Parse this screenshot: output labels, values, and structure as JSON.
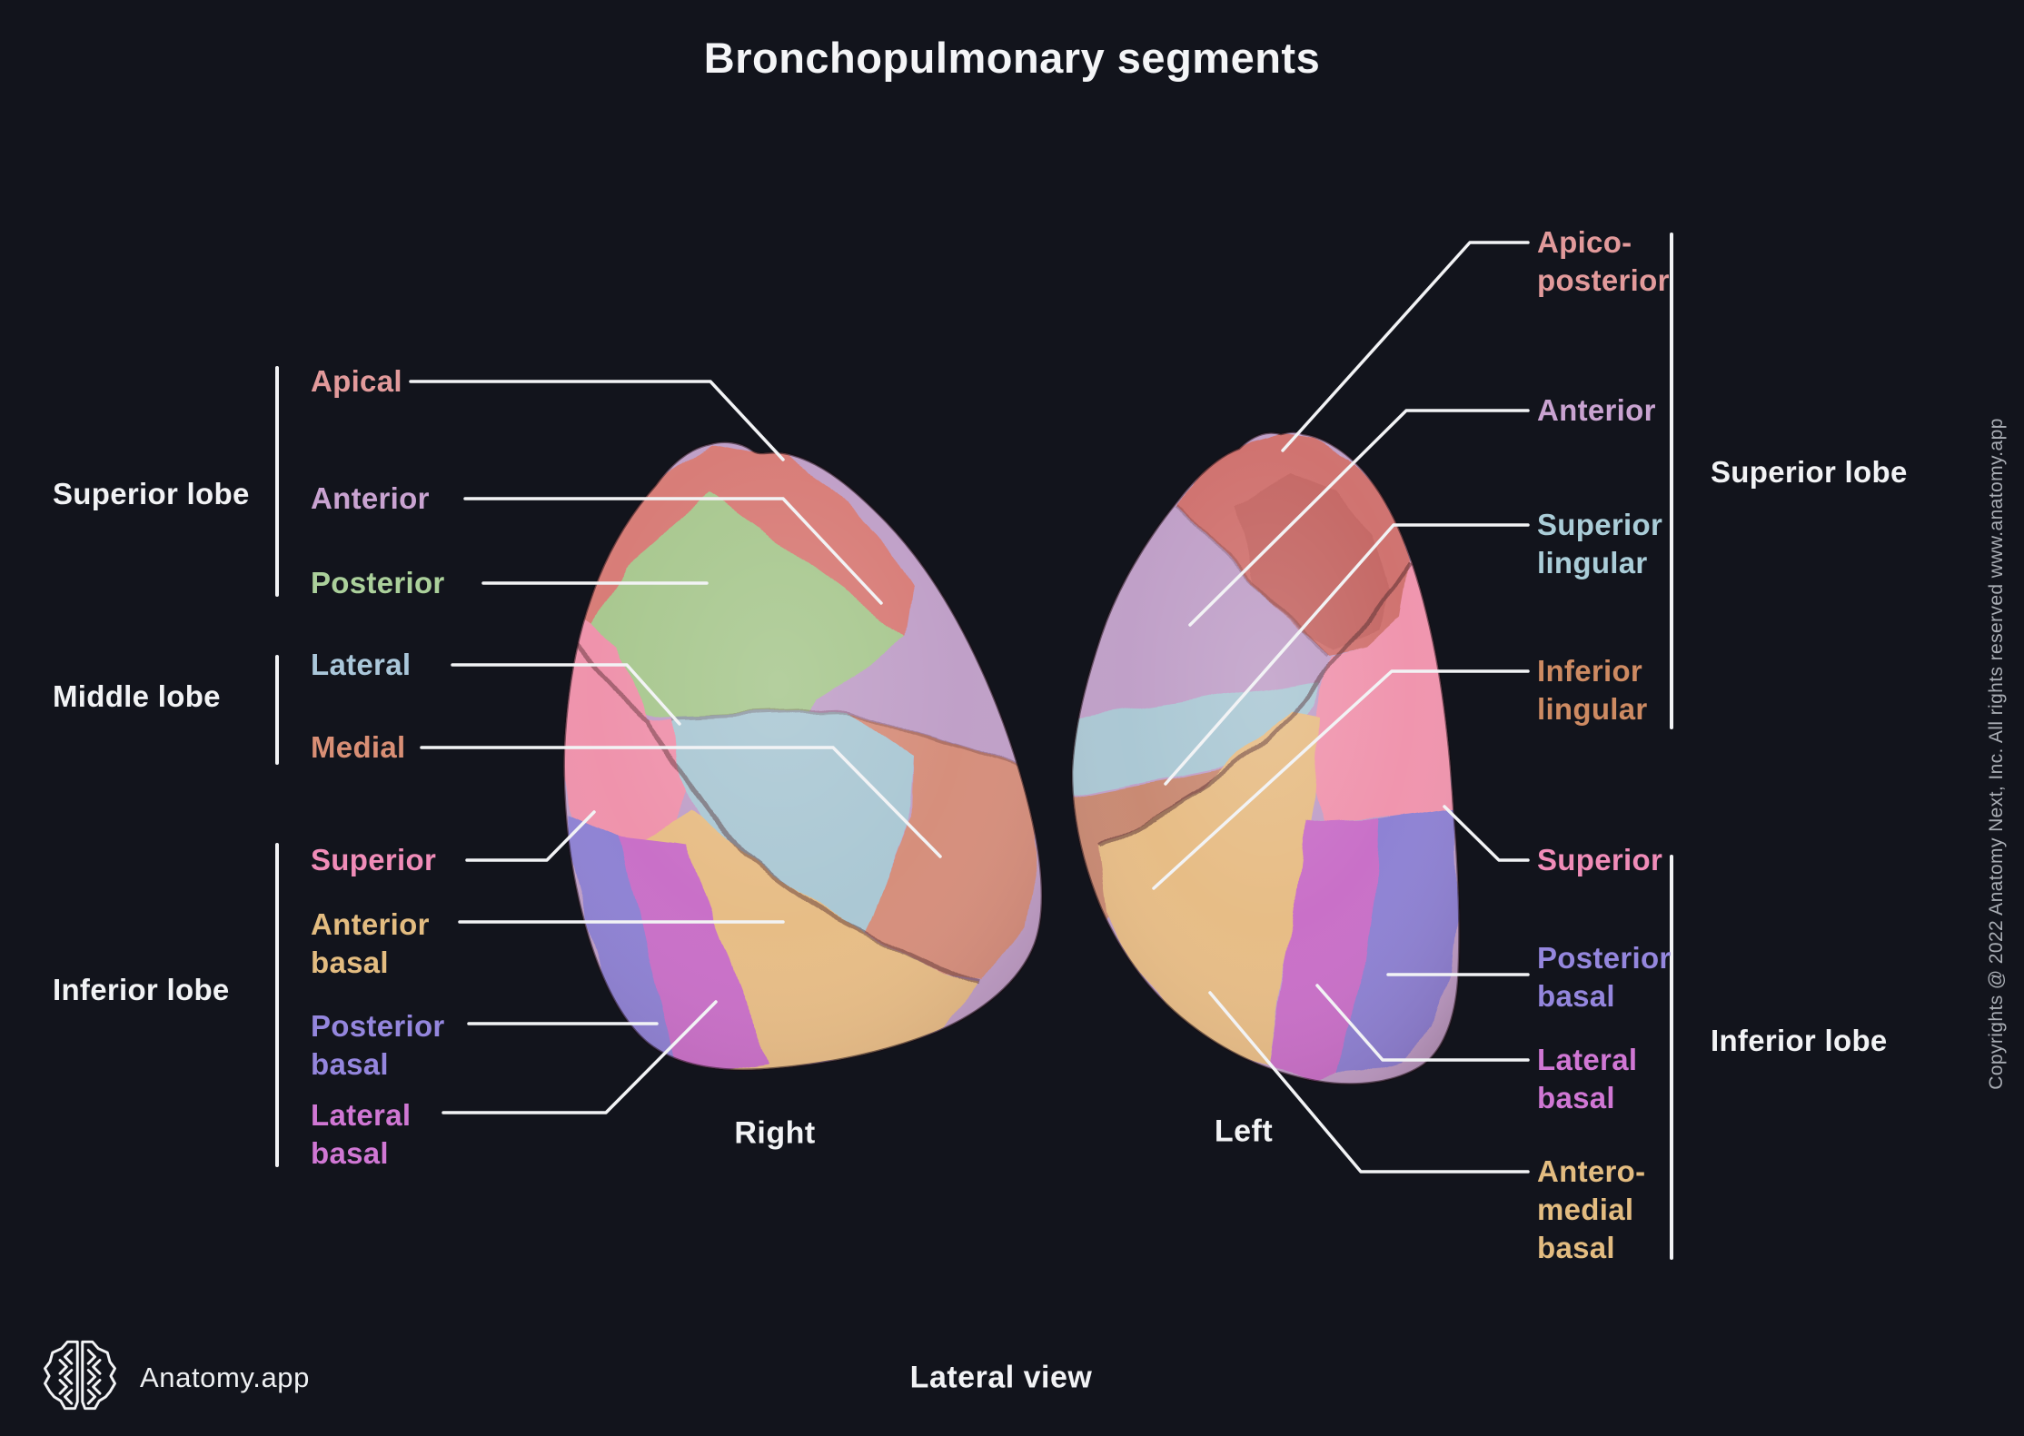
{
  "title": "Bronchopulmonary segments",
  "view_caption": "Lateral view",
  "brand": {
    "name": "Anatomy.app",
    "logo_icon": "brain-circuit-icon"
  },
  "copyright": "Copyrights @ 2022 Anatomy Next, Inc. All rights reserved www.anatomy.app",
  "colors": {
    "background": "#12141c",
    "label_white": "#f2f3f5",
    "leader_line": "#f2f3f5",
    "copyright_gray": "#a9adb4",
    "fissure_seam": "#50282d"
  },
  "right_lung": {
    "caption": "Right",
    "lobes": [
      {
        "label": "Superior lobe"
      },
      {
        "label": "Middle lobe"
      },
      {
        "label": "Inferior lobe"
      }
    ],
    "segments": [
      {
        "label": "Apical",
        "text_color": "#e29a9b",
        "fill": "#d87d78"
      },
      {
        "label": "Anterior",
        "text_color": "#c9a3d1",
        "fill": "#c0a0c8"
      },
      {
        "label": "Posterior",
        "text_color": "#abd09b",
        "fill": "#a9c890"
      },
      {
        "label": "Lateral",
        "text_color": "#aac7da",
        "fill": "#abc8d4"
      },
      {
        "label": "Medial",
        "text_color": "#d98f75",
        "fill": "#d68f7b"
      },
      {
        "label": "Superior",
        "text_color": "#f08cb8",
        "fill": "#ef93ac"
      },
      {
        "label": "Anterior basal",
        "text_color": "#e3bc80",
        "fill": "#e7bd86"
      },
      {
        "label": "Posterior basal",
        "text_color": "#9486dd",
        "fill": "#8e82d4"
      },
      {
        "label": "Lateral basal",
        "text_color": "#d077d4",
        "fill": "#c96fc8"
      }
    ]
  },
  "left_lung": {
    "caption": "Left",
    "lobes": [
      {
        "label": "Superior lobe"
      },
      {
        "label": "Inferior lobe"
      }
    ],
    "segments": [
      {
        "label": "Apico-posterior",
        "text_color": "#e29a9b",
        "fill": "#d0736f"
      },
      {
        "label": "Anterior",
        "text_color": "#c9a3d1",
        "fill": "#c0a0c8"
      },
      {
        "label": "Superior lingular",
        "text_color": "#aacdd8",
        "fill": "#abc8d4"
      },
      {
        "label": "Inferior lingular",
        "text_color": "#cd8a62",
        "fill": "#c98a73"
      },
      {
        "label": "Superior",
        "text_color": "#f08cb8",
        "fill": "#f095ae"
      },
      {
        "label": "Posterior basal",
        "text_color": "#9486dd",
        "fill": "#8e82d4"
      },
      {
        "label": "Lateral basal",
        "text_color": "#d077d4",
        "fill": "#c96fc8"
      },
      {
        "label": "Antero-medial basal",
        "text_color": "#e3bc80",
        "fill": "#e7bd86"
      }
    ]
  }
}
